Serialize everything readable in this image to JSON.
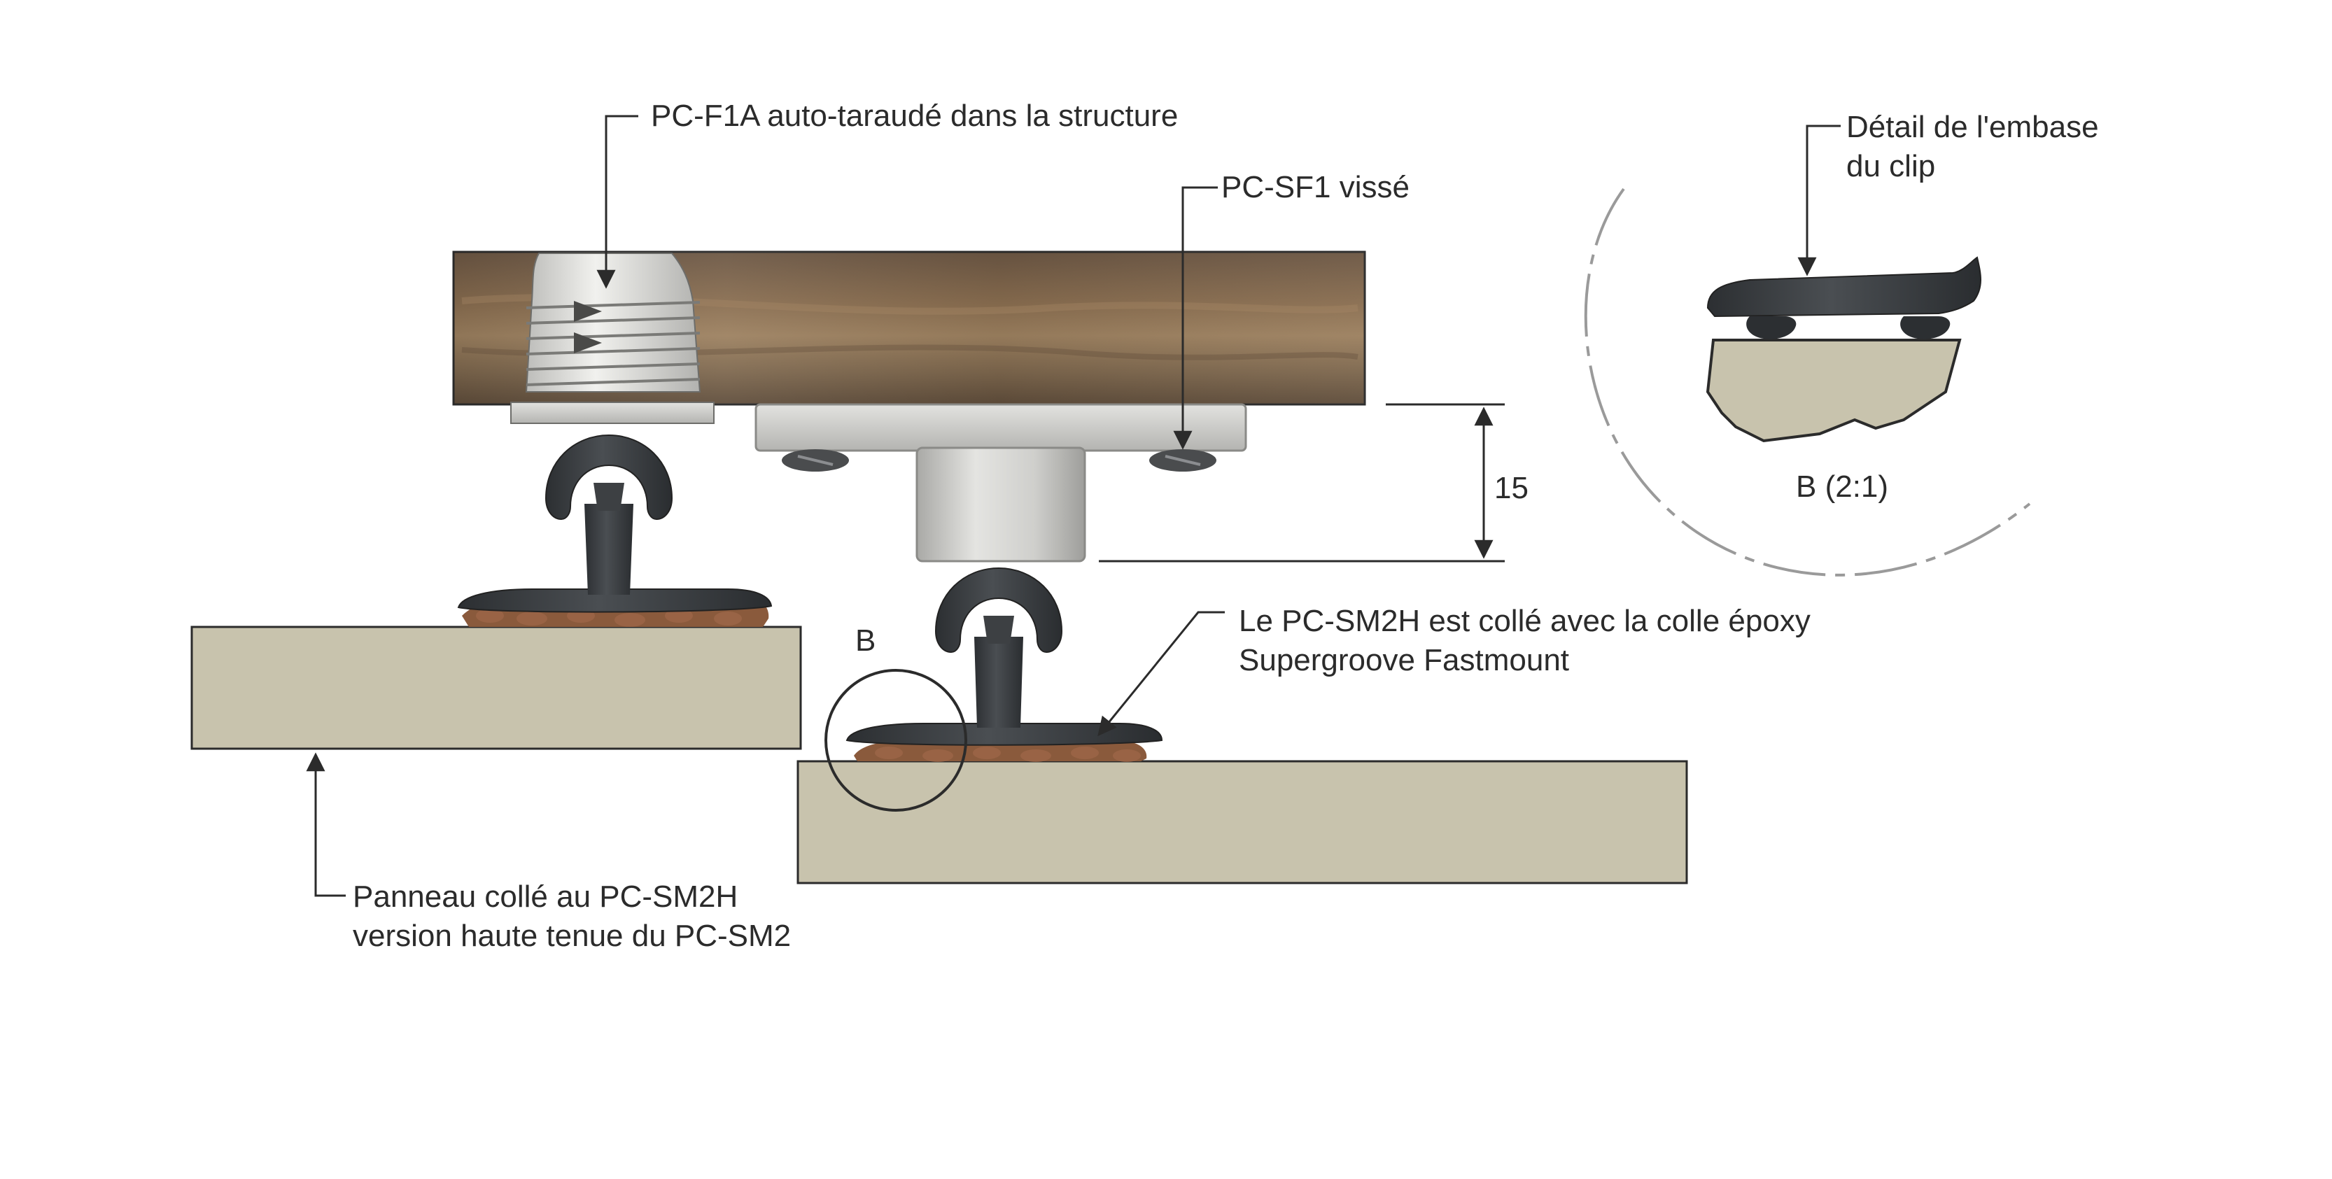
{
  "labels": {
    "pcf1a": "PC-F1A auto-taraudé dans la structure",
    "pcsf1": "PC-SF1 vissé",
    "detail_line1": "Détail de l'embase",
    "detail_line2": "du clip",
    "scale": "B (2:1)",
    "dimension": "15",
    "marker_b": "B",
    "glue_line1": "Le PC-SM2H est collé avec la colle époxy",
    "glue_line2": "Supergroove Fastmount",
    "panel_line1": "Panneau collé au PC-SM2H",
    "panel_line2": "version haute tenue du PC-SM2"
  },
  "colors": {
    "wood_dark": "#6f5a45",
    "wood_light": "#9b7f5d",
    "panel": "#c8c3ad",
    "clip": "#3a3d40",
    "metal": "#c9c9c6",
    "glue": "#8a5a3c",
    "line": "#2b2b2b"
  }
}
